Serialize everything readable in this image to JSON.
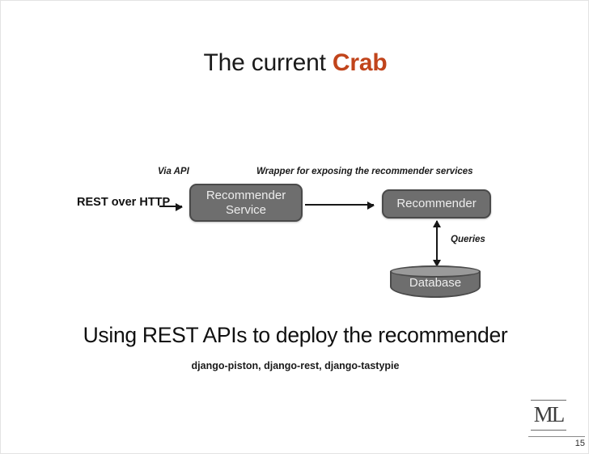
{
  "slide": {
    "title_main": "The current ",
    "title_accent": "Crab",
    "page_number": "15"
  },
  "diagram": {
    "labels": {
      "rest_over_http": "REST over HTTP",
      "via_api": "Via API",
      "wrapper": "Wrapper for exposing the recommender services",
      "queries": "Queries"
    },
    "nodes": [
      {
        "id": "recommender-service",
        "label": "Recommender\nService"
      },
      {
        "id": "recommender",
        "label": "Recommender"
      },
      {
        "id": "database",
        "label": "Database"
      }
    ],
    "node_labels": {
      "recommender_service_line1": "Recommender",
      "recommender_service_line2": "Service",
      "recommender": "Recommender",
      "database": "Database"
    },
    "colors": {
      "node_fill": "#6e6e6e",
      "node_border": "#4a4a4a",
      "node_text": "#ededed",
      "cylinder_top": "#9a9a9a",
      "arrow": "#171717"
    }
  },
  "body": {
    "headline": "Using REST APIs to deploy the recommender",
    "subline": "django-piston,  django-rest, django-tastypie"
  },
  "footer": {
    "logo_text": "ML"
  },
  "theme": {
    "accent": "#c1441b",
    "background": "#ffffff",
    "text": "#101010"
  }
}
